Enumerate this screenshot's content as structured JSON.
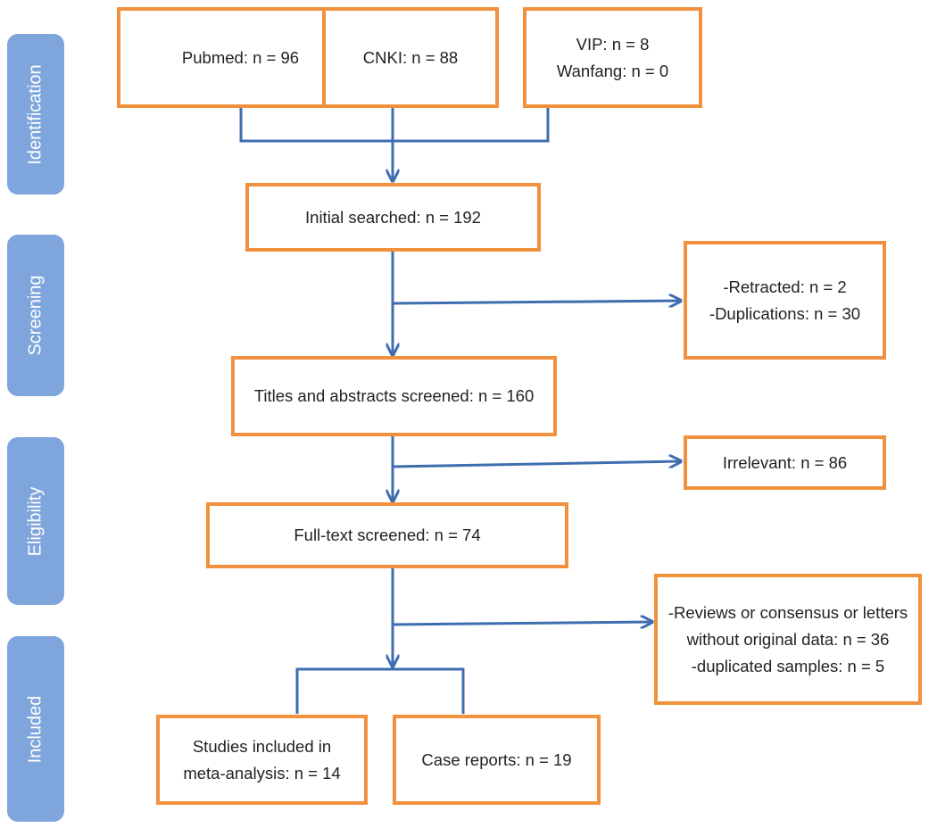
{
  "colors": {
    "box_border": "#f2913d",
    "stage_fill": "#7fa6dc",
    "arrow": "#3f6eb0"
  },
  "stages": [
    {
      "id": "identification",
      "label": "Identification"
    },
    {
      "id": "screening",
      "label": "Screening"
    },
    {
      "id": "eligibility",
      "label": "Eligibility"
    },
    {
      "id": "included",
      "label": "Included"
    }
  ],
  "boxes": {
    "pubmed": {
      "lines": [
        "Pubmed: n = 96"
      ]
    },
    "cnki": {
      "lines": [
        "CNKI: n = 88"
      ]
    },
    "vip_wanfang": {
      "lines": [
        "VIP: n = 8",
        "Wanfang: n = 0"
      ]
    },
    "initial": {
      "lines": [
        "Initial searched: n = 192"
      ]
    },
    "excluded_1": {
      "lines": [
        "-Retracted: n = 2",
        "-Duplications: n = 30"
      ]
    },
    "titles": {
      "lines": [
        "Titles and abstracts screened: n = 160"
      ]
    },
    "excluded_2": {
      "lines": [
        "Irrelevant: n = 86"
      ]
    },
    "fulltext": {
      "lines": [
        "Full-text screened: n = 74"
      ]
    },
    "excluded_3": {
      "lines": [
        "-Reviews or consensus or letters",
        "without original data: n = 36",
        "-duplicated samples: n = 5"
      ]
    },
    "meta": {
      "lines": [
        "Studies included in",
        "meta-analysis: n = 14"
      ]
    },
    "case": {
      "lines": [
        "Case reports: n = 19"
      ]
    }
  }
}
